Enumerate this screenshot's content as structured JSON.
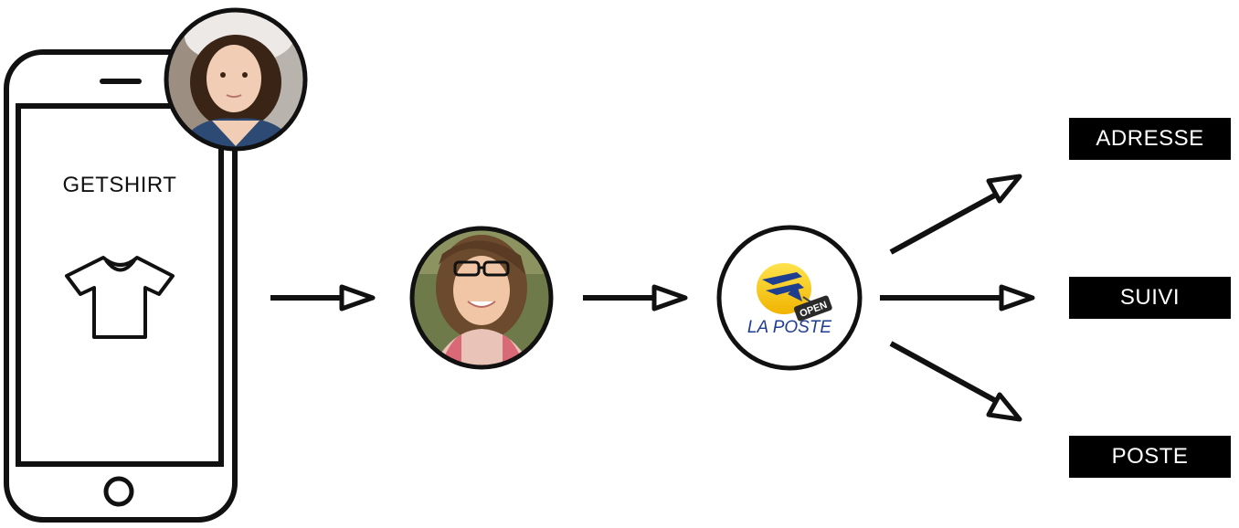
{
  "phone": {
    "app_name": "GETSHIRT",
    "icon": "tshirt-icon"
  },
  "customer_avatar": {
    "icon": "customer-avatar"
  },
  "courier_avatar": {
    "icon": "courier-avatar"
  },
  "la_poste": {
    "brand": "LA POSTE",
    "sign": "OPEN",
    "colors": {
      "yellow": "#F5C400",
      "blue": "#1F3E8F"
    }
  },
  "outputs": [
    {
      "label": "ADRESSE"
    },
    {
      "label": "SUIVI"
    },
    {
      "label": "POSTE"
    }
  ]
}
